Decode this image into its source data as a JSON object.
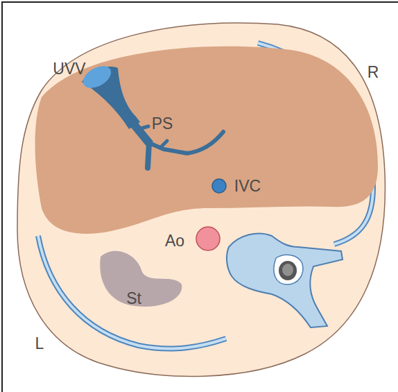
{
  "diagram": {
    "labels": [
      "UVV",
      "R",
      "PS",
      "IVC",
      "Ao",
      "St",
      "L"
    ]
  }
}
